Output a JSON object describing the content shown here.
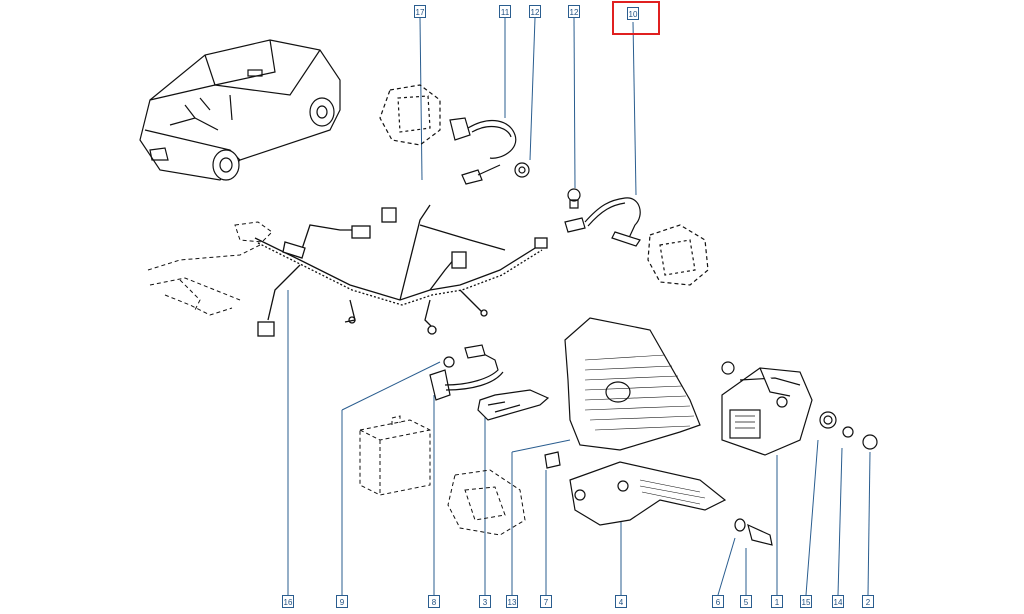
{
  "diagram": {
    "callouts": {
      "c17": "17",
      "c11": "11",
      "c12a": "12",
      "c12b": "12",
      "c10": "10",
      "c16": "16",
      "c9": "9",
      "c8": "8",
      "c3": "3",
      "c13": "13",
      "c7": "7",
      "c4": "4",
      "c6": "6",
      "c5": "5",
      "c1": "1",
      "c15": "15",
      "c14": "14",
      "c2": "2"
    },
    "highlighted": "10",
    "colors": {
      "line": "#111111",
      "callout_border": "#2a5d8f",
      "callout_text": "#1f4f80",
      "highlight": "#e02020"
    }
  }
}
